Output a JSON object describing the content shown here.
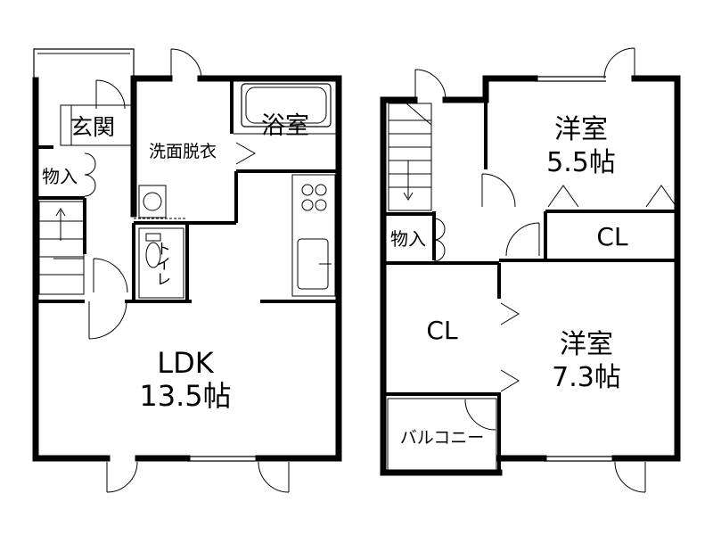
{
  "rooms": {
    "genkan": "玄関",
    "monoire_1f": "物入",
    "senmen": "洗面脱衣",
    "yokushitsu": "浴室",
    "toilet": "トイレ",
    "ldk_name": "LDK",
    "ldk_size": "13.5帖",
    "monoire_2f": "物入",
    "yoshitsu_a_name": "洋室",
    "yoshitsu_a_size": "5.5帖",
    "cl_a": "CL",
    "cl_b": "CL",
    "yoshitsu_b_name": "洋室",
    "yoshitsu_b_size": "7.3帖",
    "balcony": "バルコニー"
  },
  "colors": {
    "wall": "#000000",
    "line": "#000000",
    "floor": "#ffffff"
  }
}
